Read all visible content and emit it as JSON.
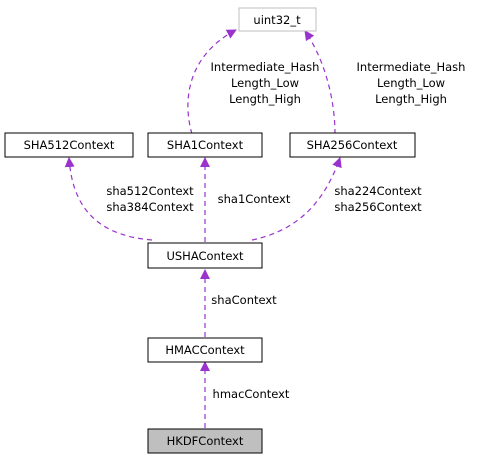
{
  "nodes": {
    "uint32_t": "uint32_t",
    "sha512ctx": "SHA512Context",
    "sha1ctx": "SHA1Context",
    "sha256ctx": "SHA256Context",
    "ushactx": "USHAContext",
    "hmacctx": "HMACContext",
    "hkdfctx": "HKDFContext"
  },
  "edges": {
    "sha1_to_uint": [
      "Intermediate_Hash",
      "Length_Low",
      "Length_High"
    ],
    "sha256_to_uint": [
      "Intermediate_Hash",
      "Length_Low",
      "Length_High"
    ],
    "usha_to_sha512": [
      "sha512Context",
      "sha384Context"
    ],
    "usha_to_sha1": [
      "sha1Context"
    ],
    "usha_to_sha256": [
      "sha224Context",
      "sha256Context"
    ],
    "hmac_to_usha": [
      "shaContext"
    ],
    "hkdf_to_hmac": [
      "hmacContext"
    ]
  },
  "colors": {
    "edge": "#9a32cd",
    "node_border": "#000000",
    "node_border_muted": "#bfbfbf",
    "node_fill": "#ffffff",
    "highlight_fill": "#bfbfbf"
  }
}
